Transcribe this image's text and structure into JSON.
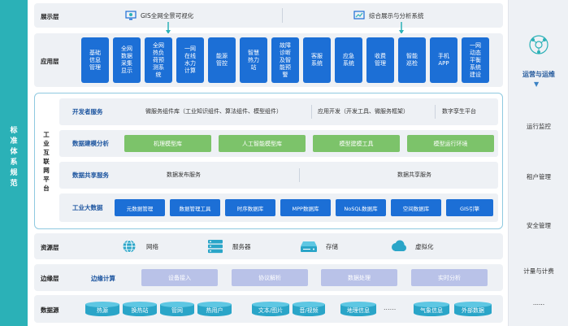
{
  "side": {
    "left_chars": [
      "标",
      "准",
      "体",
      "系",
      "规",
      "范"
    ]
  },
  "ops": {
    "title": "运营与运维",
    "items": [
      "运行监控",
      "租户管理",
      "安全管理",
      "计量与计费",
      "......"
    ]
  },
  "display_layer": {
    "label": "展示层",
    "items": [
      {
        "icon": "gis-monitor-icon",
        "label": "GIS全网全景可视化"
      },
      {
        "icon": "chart-analysis-icon",
        "label": "综合展示与分析系统"
      }
    ]
  },
  "application_layer": {
    "label": "应用层",
    "boxes": [
      "基础\n信息\n管理",
      "全网\n数据\n采集\n显示",
      "全网\n热负\n荷预\n测系\n统",
      "一网\n在线\n水力\n计算",
      "能源\n管控",
      "智慧\n热力\n站",
      "故障\n诊断\n及智\n能预\n警",
      "客服\n系统",
      "应急\n系统",
      "收费\n管理",
      "智能\n巡检",
      "手机\nAPP",
      "一网\n动态\n平衡\n系统\n建设"
    ]
  },
  "platform": {
    "label_chars": [
      "工",
      "业",
      "互",
      "联",
      "网",
      "平",
      "台"
    ],
    "developer": {
      "label": "开发者服务",
      "items": [
        "微服务组件库（工业知识组件、算法组件、模型组件）",
        "应用开发（开发工具、微服务框架）",
        "数字孪生平台"
      ]
    },
    "modeling": {
      "label": "数据建模分析",
      "items": [
        "机理模型库",
        "人工智能模型库",
        "模型建模工具",
        "模型运行环境"
      ]
    },
    "sharing": {
      "label": "数据共享服务",
      "items": [
        "数据发布服务",
        "数据共享服务"
      ]
    },
    "bigdata": {
      "label": "工业大数据",
      "items": [
        "元数据管理",
        "数据管理工具",
        "时序数据库",
        "MPP数据库",
        "NoSQL数据库",
        "空间数据库",
        "GIS引擎"
      ]
    }
  },
  "resource_layer": {
    "label": "资源层",
    "items": [
      {
        "icon": "network-globe-icon",
        "label": "网络"
      },
      {
        "icon": "server-icon",
        "label": "服务器"
      },
      {
        "icon": "storage-icon",
        "label": "存储"
      },
      {
        "icon": "cloud-icon",
        "label": "虚拟化"
      }
    ]
  },
  "edge_layer": {
    "label": "边缘层",
    "sub_label": "边缘计算",
    "items": [
      "设备接入",
      "协议解析",
      "数据处理",
      "实时分析"
    ]
  },
  "datasource_layer": {
    "label": "数据源",
    "items": [
      "热源",
      "换热站",
      "管网",
      "热用户",
      "文本/图片",
      "音/视频",
      "地理信息",
      "气象信息",
      "外部数据"
    ],
    "ellipsis": "......"
  },
  "colors": {
    "teal": "#2bb1b7",
    "app_blue": "#1c6fd6",
    "green": "#7cc36a",
    "lavender": "#b9c2e8",
    "cyl": "#2aa5c8"
  }
}
